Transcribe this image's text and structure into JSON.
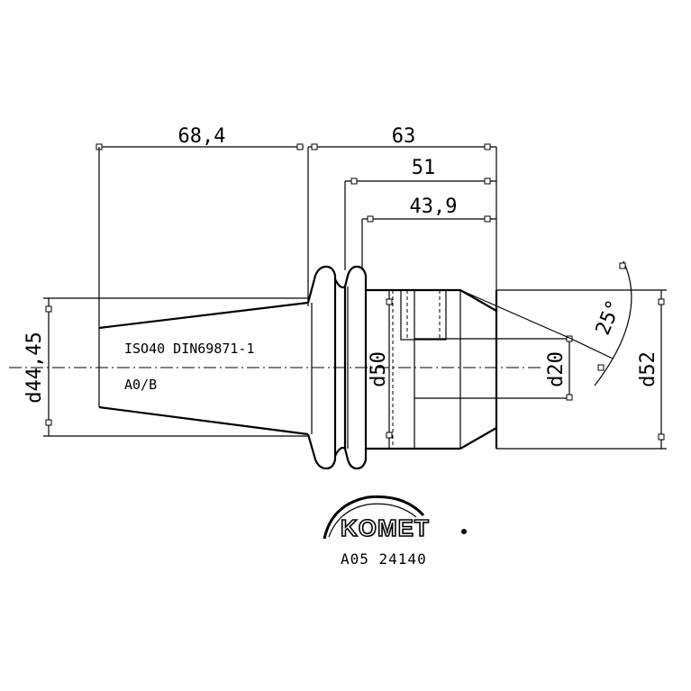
{
  "dimensions": {
    "taper_length": "68,4",
    "overall_length": "63",
    "flange_to_end": "51",
    "body_length": "43,9",
    "taper_diameter": "d44,45",
    "flange_diameter": "d50",
    "bore_diameter": "d20",
    "outer_diameter": "d52",
    "chamfer_angle": "25°"
  },
  "notes": {
    "standard": "ISO40 DIN69871-1",
    "form": "A0/B"
  },
  "logo": {
    "brand": "KOMET"
  },
  "part_number": "A05 24140"
}
